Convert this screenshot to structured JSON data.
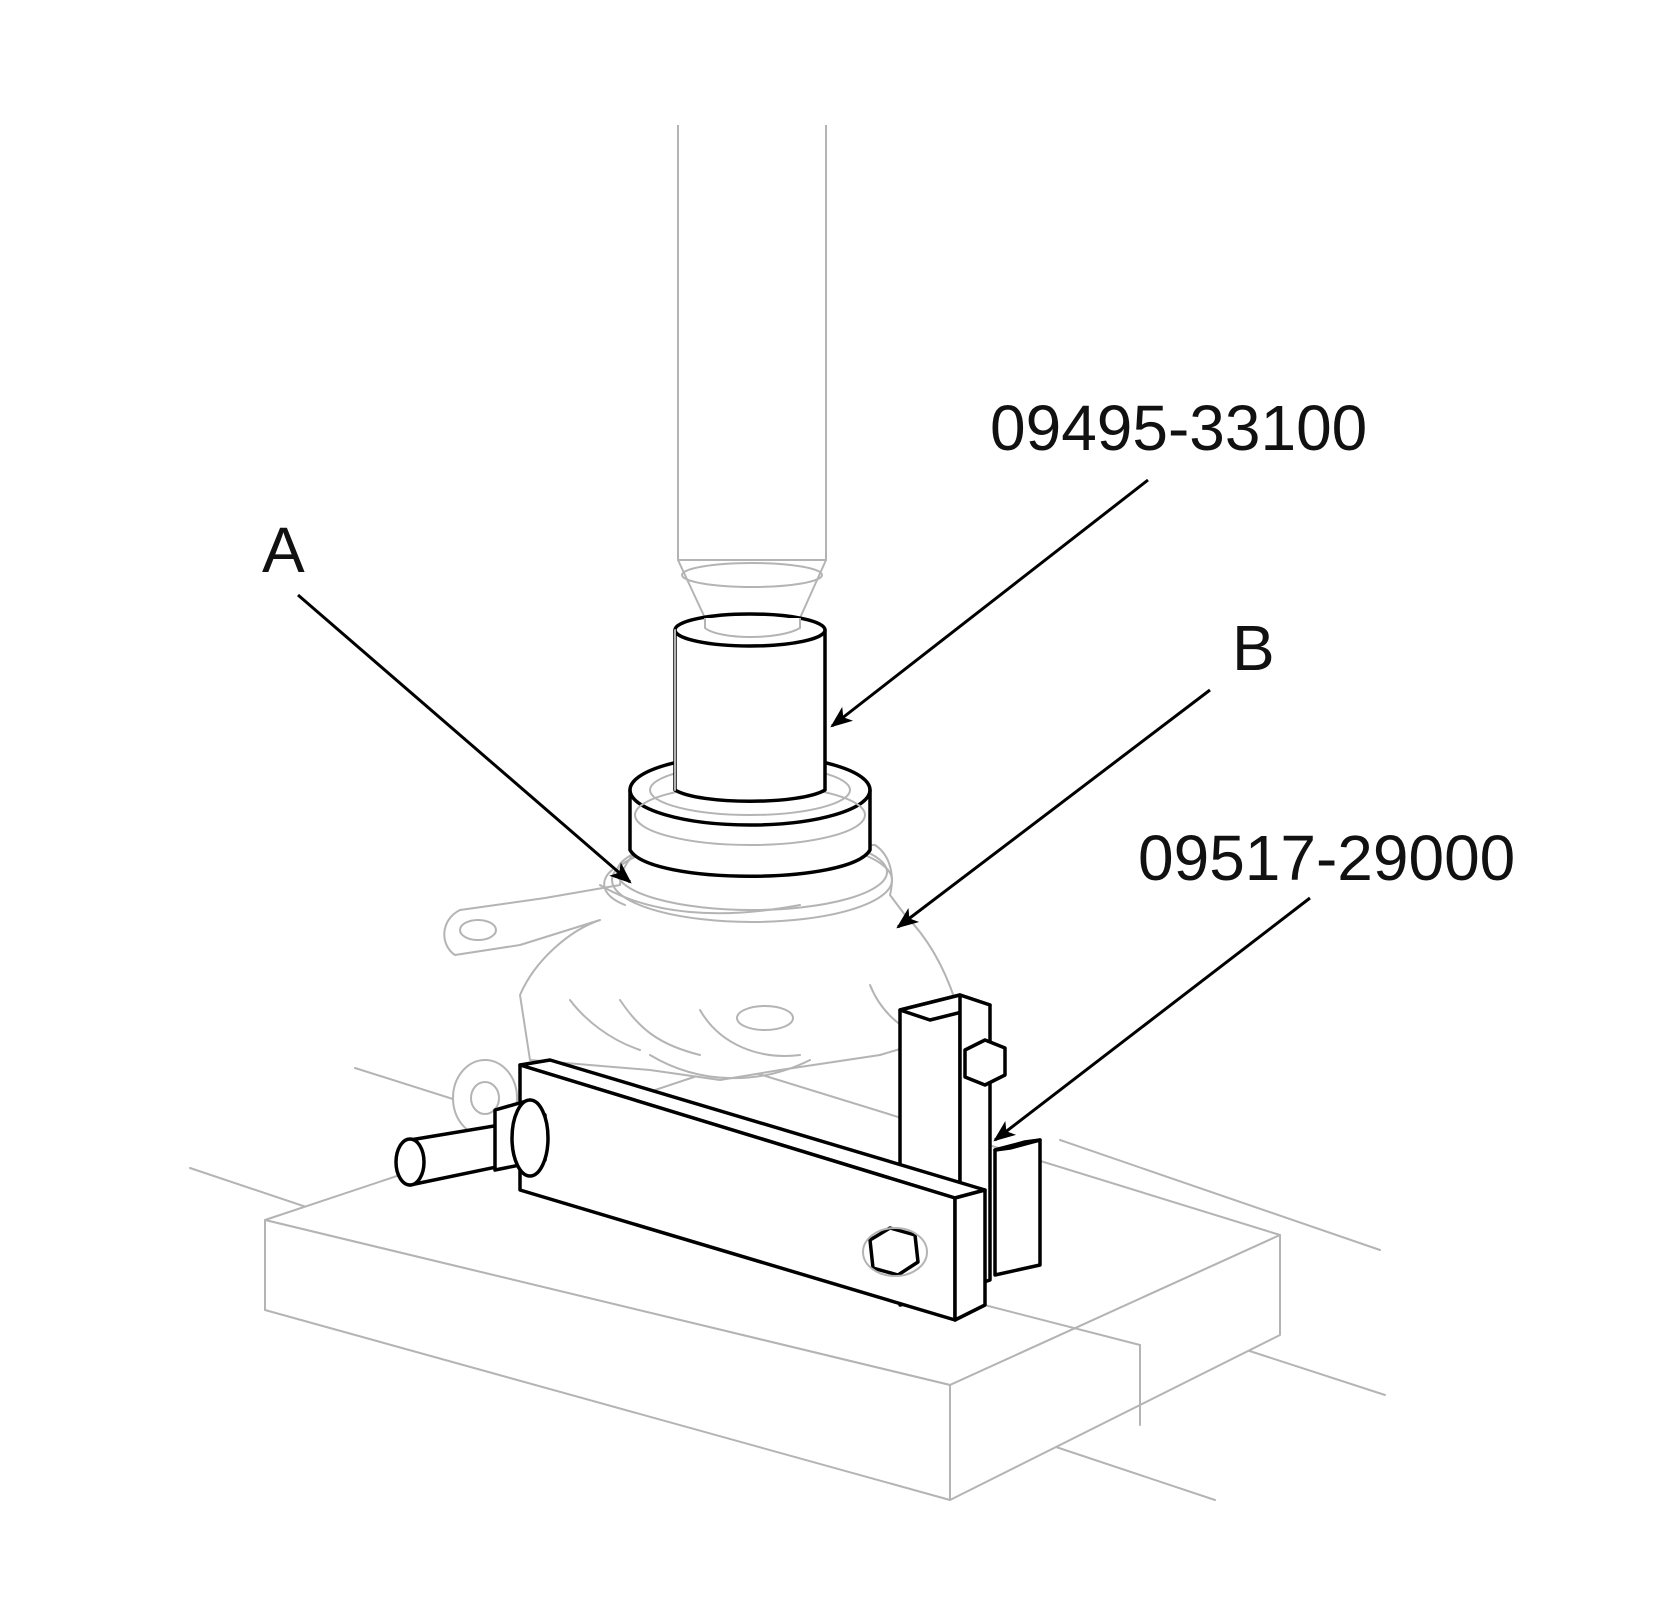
{
  "labels": {
    "tool_1": "09495-33100",
    "part_a": "A",
    "part_b": "B",
    "tool_2": "09517-29000"
  },
  "colors": {
    "background": "#ffffff",
    "outline_light": "#b4b4b4",
    "outline_bold": "#000000"
  }
}
